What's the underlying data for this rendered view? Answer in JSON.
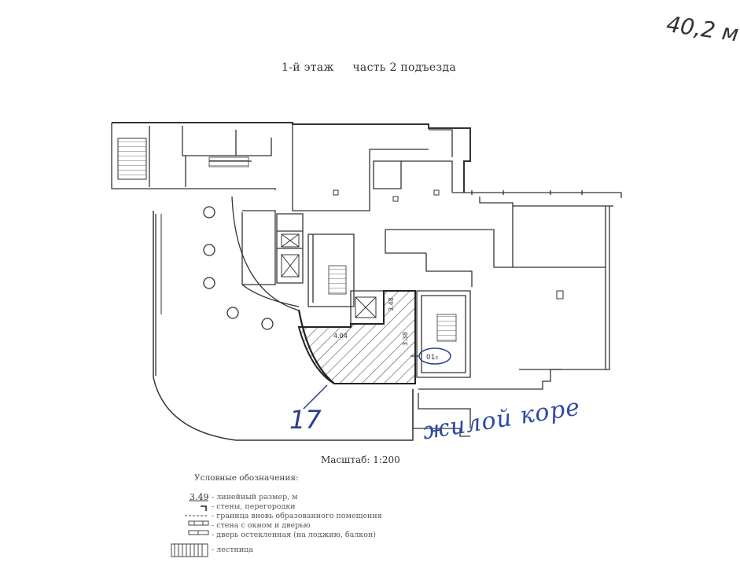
{
  "document": {
    "area_note": "40,2 м",
    "title": "1-й этаж     часть 2 подъезда",
    "scale": "Масштаб: 1:200",
    "dimensions": {
      "d404": "4.04",
      "d348": "3.48",
      "d338": "3.38"
    },
    "room_label": "01₂",
    "annotation_number": "17",
    "annotation_text": "жилой коре",
    "legend": {
      "title": "Условные обозначения:",
      "items": [
        {
          "symbol": "3.49",
          "text": "- линейный размер, м"
        },
        {
          "symbol": "",
          "text": "- стены, перегородки"
        },
        {
          "symbol": "",
          "text": "- граница вновь образованного помещения"
        },
        {
          "symbol": "",
          "text": "- стена с окном и дверью"
        },
        {
          "symbol": "",
          "text": "- дверь остекленная (на лоджию, балкон)"
        },
        {
          "symbol": "",
          "text": "- лестница"
        }
      ]
    }
  }
}
